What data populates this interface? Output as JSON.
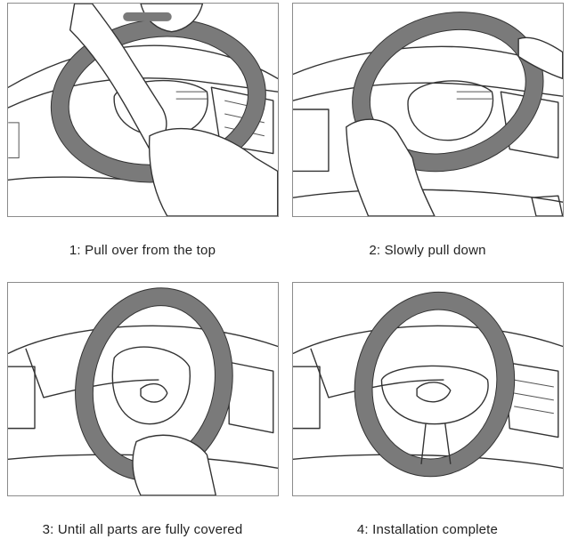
{
  "steps": [
    {
      "caption": "1: Pull over from the top"
    },
    {
      "caption": "2: Slowly pull down"
    },
    {
      "caption": "3: Until all parts are fully covered"
    },
    {
      "caption": "4: Installation complete"
    }
  ],
  "colors": {
    "cover": "#7a7a7a",
    "border": "#8c8c8c",
    "caption": "#222222"
  }
}
